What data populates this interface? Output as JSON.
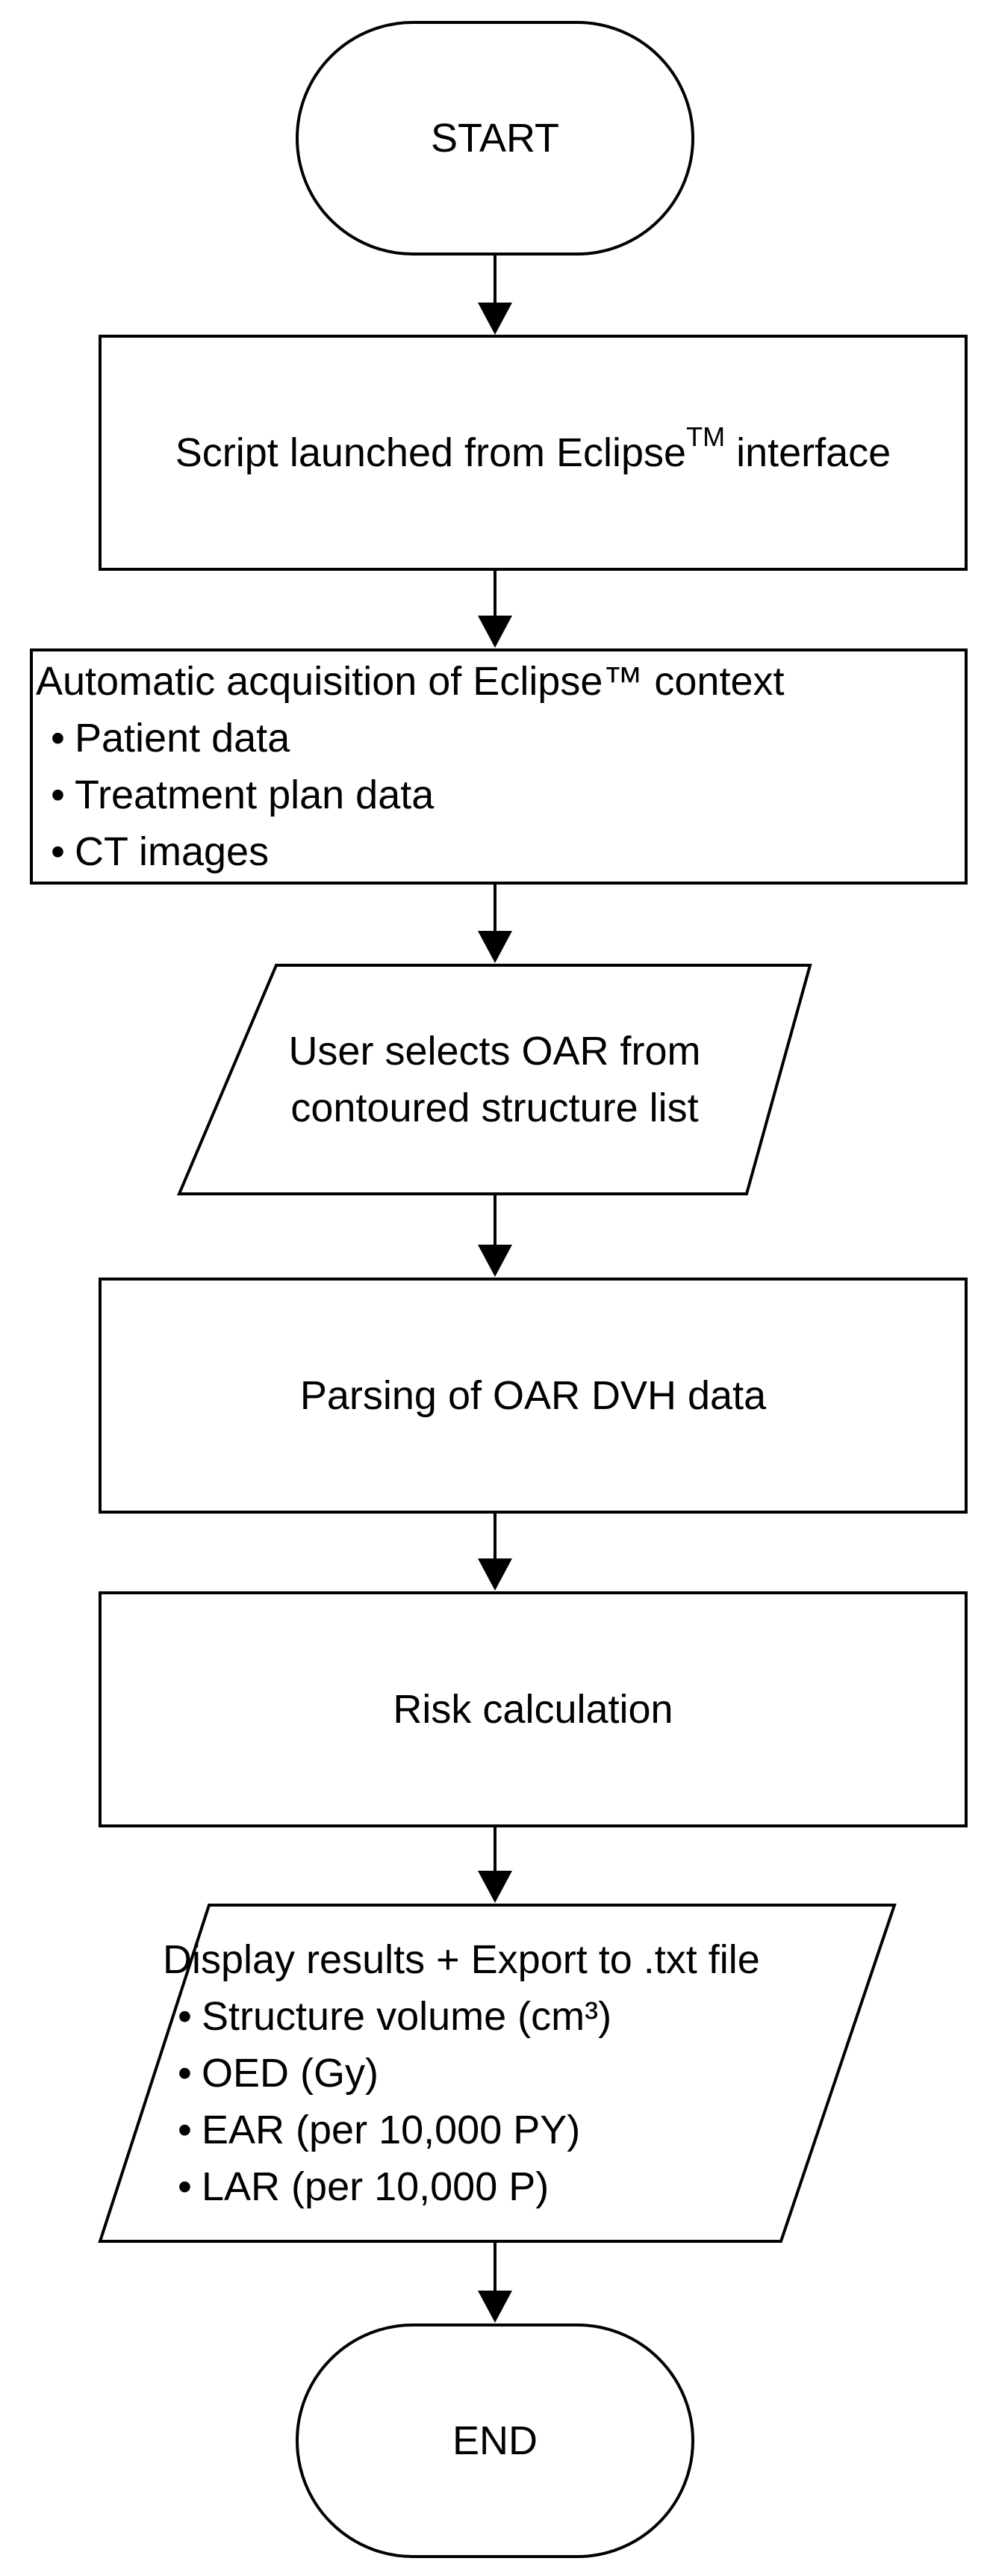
{
  "flowchart": {
    "start": {
      "label": "START"
    },
    "step_launch": {
      "label": "Script launched from Eclipse",
      "superscript": "TM",
      "label_suffix": " interface"
    },
    "step_context": {
      "label": "Automatic acquisition of Eclipse™ context",
      "items": [
        "Patient data",
        "Treatment plan data",
        "CT images"
      ]
    },
    "step_select": {
      "lines": [
        "User selects OAR from",
        "contoured structure list"
      ]
    },
    "step_parse": {
      "label": "Parsing of OAR DVH data"
    },
    "step_risk": {
      "label": "Risk calculation"
    },
    "step_display": {
      "label": "Display results + Export to .txt file",
      "items": [
        "Structure volume (cm³)",
        "OED (Gy)",
        "EAR (per 10,000 PY)",
        "LAR (per 10,000 P)"
      ]
    },
    "end": {
      "label": "END"
    }
  }
}
